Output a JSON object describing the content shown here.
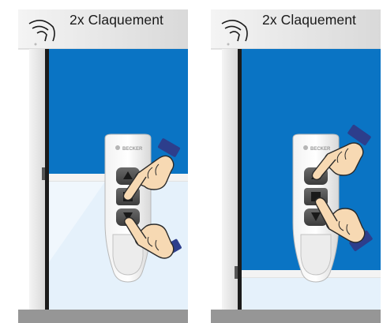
{
  "panels": [
    {
      "id": "left",
      "caption": "2x Claquement",
      "remote_brand": "BECKER",
      "pressed_buttons": [
        "stop",
        "down"
      ],
      "colors": {
        "blind": "#0a74c4",
        "window": "#e5f1fb",
        "frame": "#e8e8e8",
        "sill": "#969696",
        "cuff": "#2d3e8c"
      }
    },
    {
      "id": "right",
      "caption": "2x Claquement",
      "remote_brand": "BECKER",
      "pressed_buttons": [
        "up",
        "stop"
      ],
      "colors": {
        "blind": "#0a74c4",
        "window": "#e5f1fb",
        "frame": "#e8e8e8",
        "sill": "#969696",
        "cuff": "#2d3e8c"
      }
    }
  ],
  "icons": [
    "sound-wave-icon",
    "hand-pointer-icon",
    "arrow-up-icon",
    "stop-square-icon",
    "arrow-down-icon"
  ]
}
